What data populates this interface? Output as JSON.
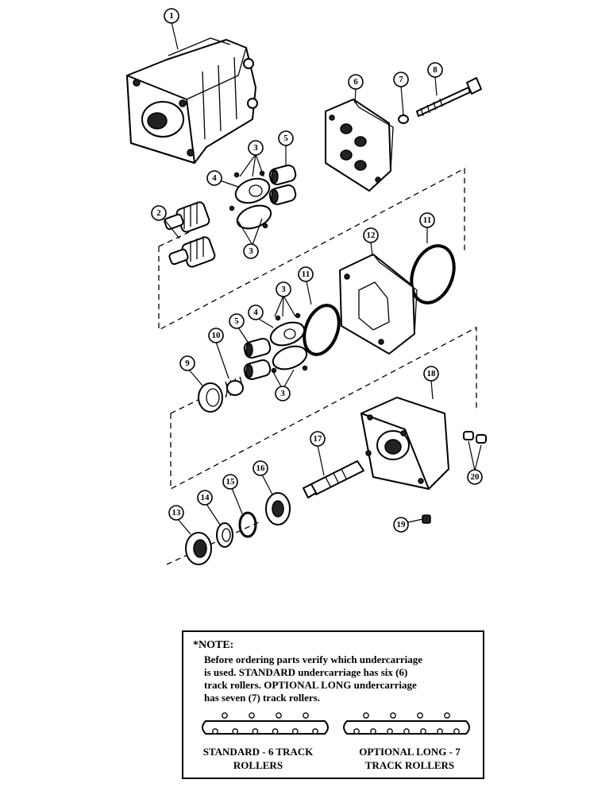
{
  "callouts": [
    {
      "num": "1"
    },
    {
      "num": "2"
    },
    {
      "num": "3"
    },
    {
      "num": "4"
    },
    {
      "num": "5"
    },
    {
      "num": "6"
    },
    {
      "num": "7"
    },
    {
      "num": "8"
    },
    {
      "num": "9"
    },
    {
      "num": "10"
    },
    {
      "num": "11"
    },
    {
      "num": "12"
    },
    {
      "num": "13"
    },
    {
      "num": "14"
    },
    {
      "num": "15"
    },
    {
      "num": "16"
    },
    {
      "num": "17"
    },
    {
      "num": "18"
    },
    {
      "num": "19"
    },
    {
      "num": "20"
    }
  ],
  "callout_labels": {
    "c1": "1",
    "c2": "2",
    "c3a": "3",
    "c3b": "3",
    "c3c": "3",
    "c3d": "3",
    "c4a": "4",
    "c4b": "4",
    "c5a": "5",
    "c5b": "5",
    "c6": "6",
    "c7": "7",
    "c8": "8",
    "c9": "9",
    "c10": "10",
    "c11a": "11",
    "c11b": "11",
    "c12": "12",
    "c13": "13",
    "c14": "14",
    "c15": "15",
    "c16": "16",
    "c17": "17",
    "c18": "18",
    "c19": "19",
    "c20": "20"
  },
  "note": {
    "title": "*NOTE:",
    "body": "Before ordering parts verify which undercarriage\nis used. STANDARD undercarriage has six (6)\ntrack rollers. OPTIONAL LONG undercarriage\nhas seven (7) track rollers.",
    "standard_label": "STANDARD - 6 TRACK\nROLLERS",
    "optional_label": "OPTIONAL LONG - 7\nTRACK ROLLERS",
    "standard_roller_count": 6,
    "optional_roller_count": 7
  }
}
